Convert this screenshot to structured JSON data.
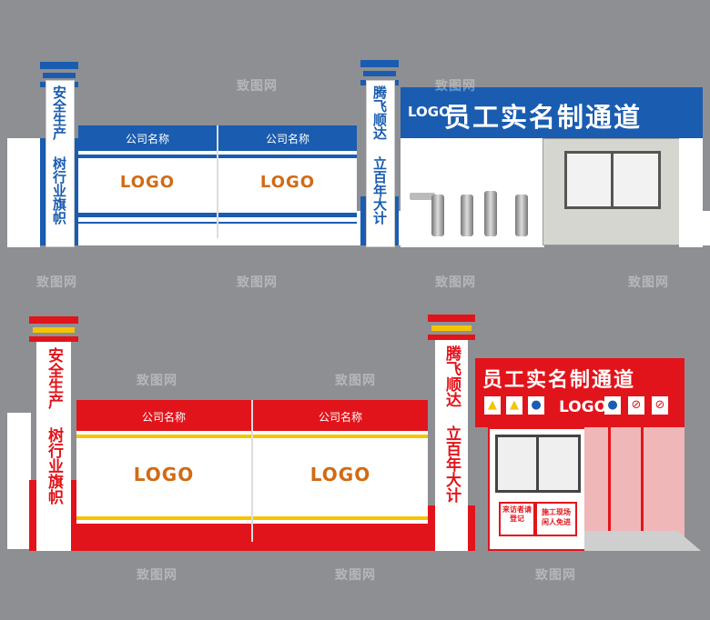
{
  "top": {
    "pillar_left_text": "安全生产 树行业旗帜",
    "pillar_right_text": "腾飞顺达 立百年大计",
    "gate_panels": [
      {
        "company": "公司名称",
        "logo": "LOGO"
      },
      {
        "company": "公司名称",
        "logo": "LOGO"
      }
    ],
    "banner_logo": "LOGO",
    "banner_title": "员工实名制通道",
    "colors": {
      "primary": "#1a5cb0"
    }
  },
  "bottom": {
    "pillar_left_text": "安全生产 树行业旗帜",
    "pillar_right_text": "腾飞顺达 立百年大计",
    "gate_panels": [
      {
        "company": "公司名称",
        "logo": "LOGO"
      },
      {
        "company": "公司名称",
        "logo": "LOGO"
      }
    ],
    "banner_title": "员工实名制通道",
    "banner_logo": "LOGO",
    "visitor_sign": "来访者请登记",
    "notice_sign": "施工现场闲人免进",
    "colors": {
      "primary": "#e2141b",
      "secondary": "#f5c400"
    }
  },
  "watermark": "致图网"
}
